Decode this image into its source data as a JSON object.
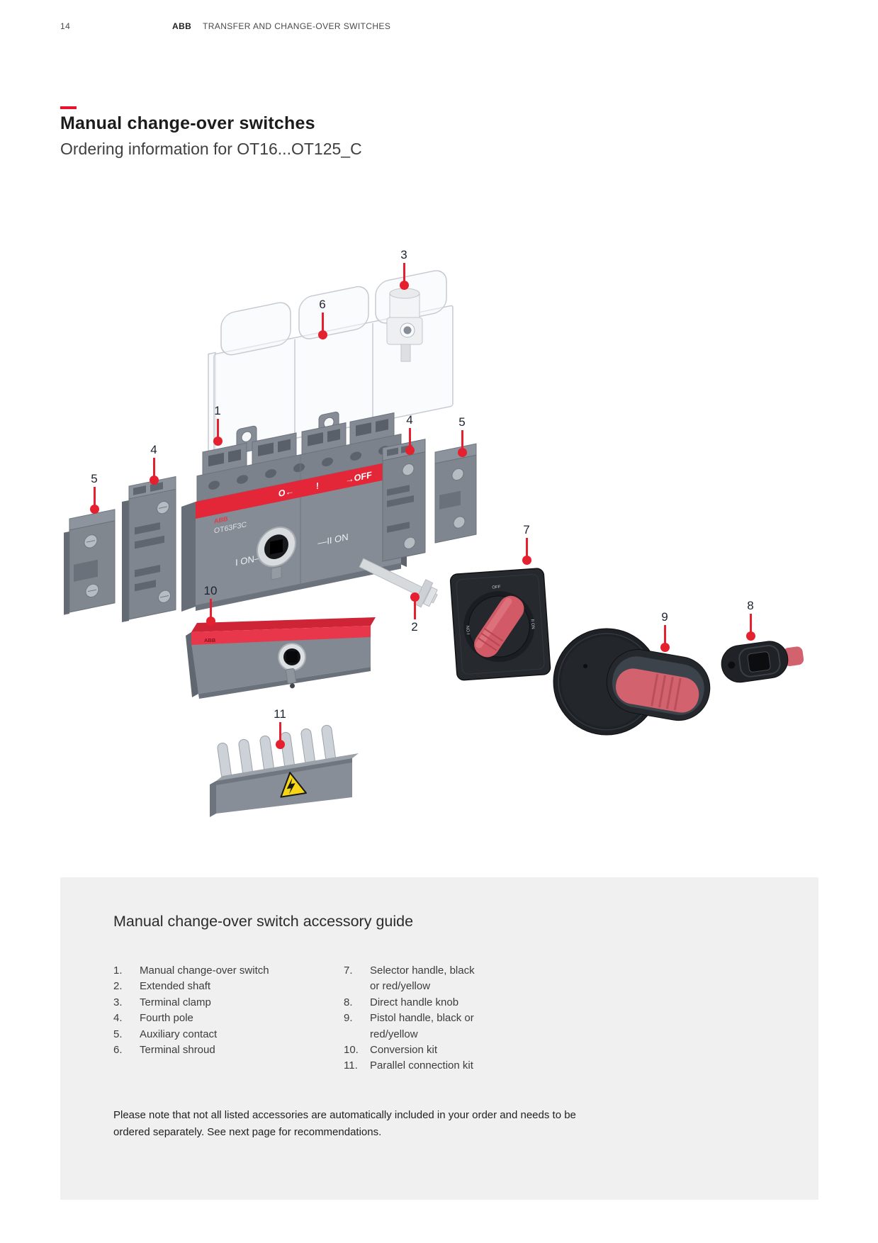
{
  "header": {
    "page_number": "14",
    "brand": "ABB",
    "title": "TRANSFER AND CHANGE-OVER SWITCHES"
  },
  "section": {
    "title": "Manual change-over switches",
    "subtitle": "Ordering information for OT16...OT125_C"
  },
  "diagram": {
    "callouts": [
      {
        "label": "3"
      },
      {
        "label": "6"
      },
      {
        "label": "1"
      },
      {
        "label": "4"
      },
      {
        "label": "5"
      },
      {
        "label": "4"
      },
      {
        "label": "5"
      },
      {
        "label": "7"
      },
      {
        "label": "2"
      },
      {
        "label": "10"
      },
      {
        "label": "9"
      },
      {
        "label": "8"
      },
      {
        "label": "11"
      }
    ],
    "switch_face": {
      "brand": "ABB",
      "model": "OT63F3C",
      "band_o": "O←",
      "band_mark": "!",
      "band_off": "→OFF",
      "left": "I ON—",
      "right": "—II ON"
    },
    "selector_handle": {
      "top": "OFF",
      "left": "I ON",
      "right": "II ON"
    },
    "conversion_kit": {
      "brand": "ABB"
    },
    "parallel_kit": {
      "warning_icon": "high-voltage-warning"
    }
  },
  "guide": {
    "title": "Manual change-over switch accessory guide",
    "col1": [
      {
        "num": "1.",
        "label": "Manual change-over switch"
      },
      {
        "num": "2.",
        "label": "Extended shaft"
      },
      {
        "num": "3.",
        "label": "Terminal clamp"
      },
      {
        "num": "4.",
        "label": "Fourth pole"
      },
      {
        "num": "5.",
        "label": "Auxiliary contact"
      },
      {
        "num": "6.",
        "label": "Terminal shroud"
      }
    ],
    "col2": [
      {
        "num": "7.",
        "label": "Selector handle, black"
      },
      {
        "num": "",
        "label": "or red/yellow"
      },
      {
        "num": "8.",
        "label": "Direct handle knob"
      },
      {
        "num": "9.",
        "label": "Pistol handle, black or"
      },
      {
        "num": "",
        "label": "red/yellow"
      },
      {
        "num": "10.",
        "label": "Conversion kit"
      },
      {
        "num": "11.",
        "label": "Parallel connection kit"
      }
    ],
    "note_lines": [
      "Please note that not all listed accessories are automatically included in your order and needs to be",
      "ordered separately. See next page for recommendations."
    ]
  },
  "colors": {
    "accent_red": "#e8122d",
    "callout_red": "#e5202f",
    "switch_band_red": "#e32638",
    "handle_red": "#d2626e",
    "warning_yellow": "#f6d516",
    "panel_gray": "#f0f0f0"
  }
}
